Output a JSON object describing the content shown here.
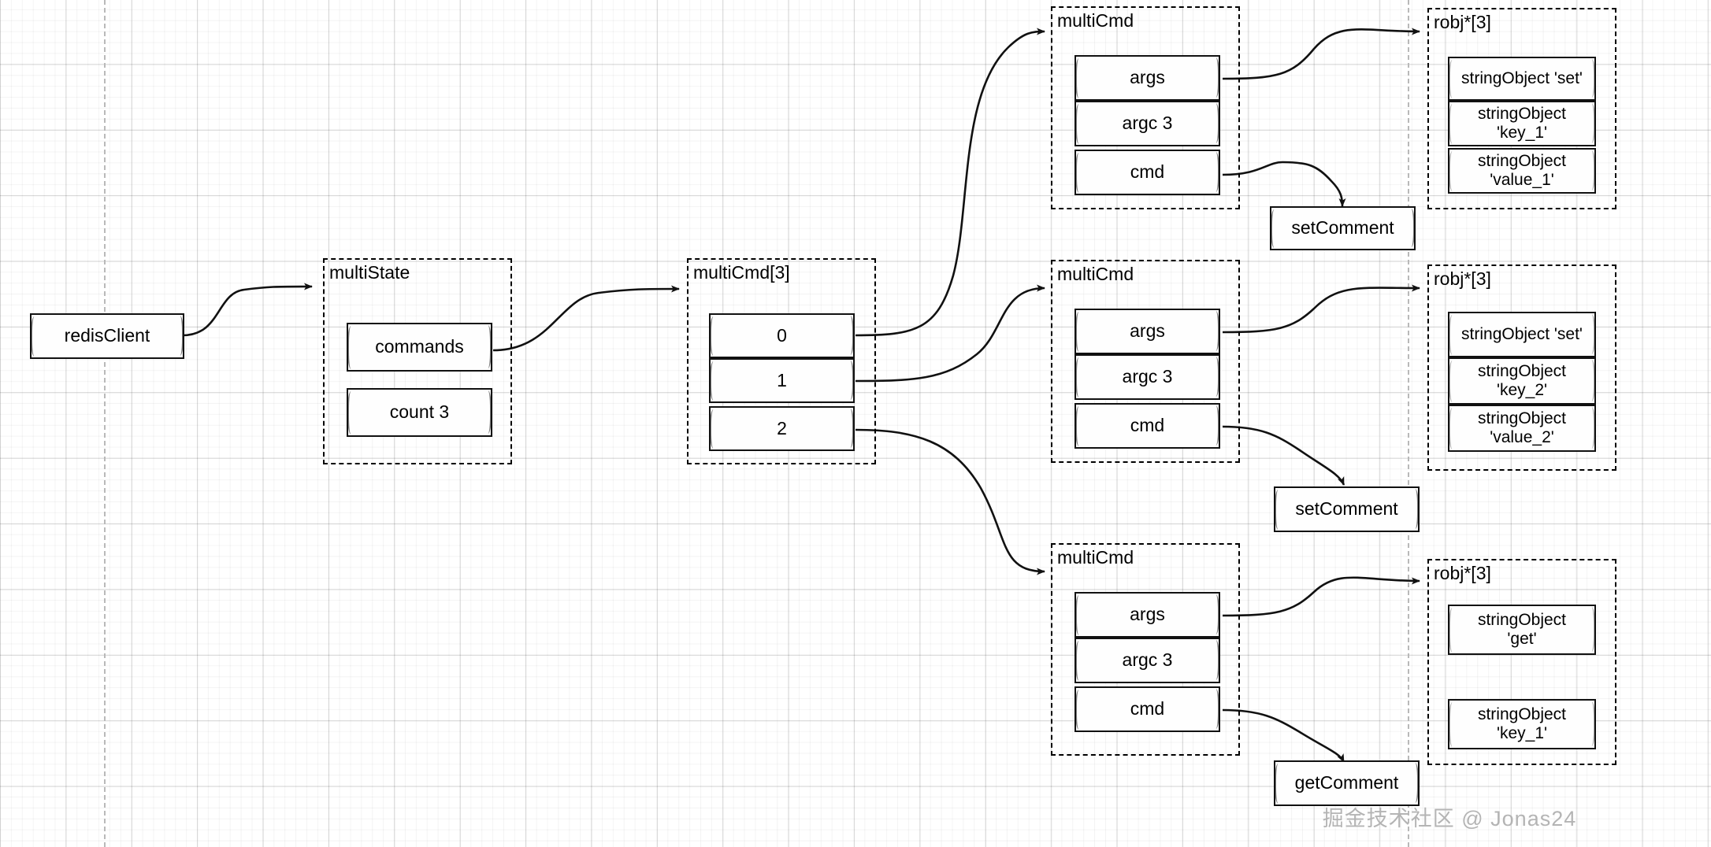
{
  "meta": {
    "watermark": "掘金技术社区 @ Jonas24",
    "ink_color": "#111111",
    "grid_color": "#d9d9d9",
    "pagebreak_color": "#b9b9b9",
    "background": "#ffffff"
  },
  "nodes": {
    "redis_client": {
      "label": "redisClient"
    },
    "multi_state": {
      "group_label": "multiState",
      "fields": [
        {
          "label": "commands"
        },
        {
          "label": "count 3"
        }
      ]
    },
    "multi_cmd_array": {
      "group_label": "multiCmd[3]",
      "fields": [
        {
          "label": "0"
        },
        {
          "label": "1"
        },
        {
          "label": "2"
        }
      ]
    },
    "multi_cmd_1": {
      "group_label": "multiCmd",
      "fields": [
        {
          "label": "args"
        },
        {
          "label": "argc 3"
        },
        {
          "label": "cmd"
        }
      ]
    },
    "multi_cmd_2": {
      "group_label": "multiCmd",
      "fields": [
        {
          "label": "args"
        },
        {
          "label": "argc 3"
        },
        {
          "label": "cmd"
        }
      ]
    },
    "multi_cmd_3": {
      "group_label": "multiCmd",
      "fields": [
        {
          "label": "args"
        },
        {
          "label": "argc 3"
        },
        {
          "label": "cmd"
        }
      ]
    },
    "robj_1": {
      "group_label": "robj*[3]",
      "fields": [
        {
          "label": "stringObject 'set'"
        },
        {
          "label": "stringObject\n'key_1'"
        },
        {
          "label": "stringObject\n'value_1'"
        }
      ]
    },
    "robj_2": {
      "group_label": "robj*[3]",
      "fields": [
        {
          "label": "stringObject 'set'"
        },
        {
          "label": "stringObject\n'key_2'"
        },
        {
          "label": "stringObject\n'value_2'"
        }
      ]
    },
    "robj_3": {
      "group_label": "robj*[3]",
      "fields": [
        {
          "label": "stringObject\n'get'"
        },
        {
          "label": "stringObject\n'key_1'"
        }
      ]
    },
    "set_comment_1": {
      "label": "setComment"
    },
    "set_comment_2": {
      "label": "setComment"
    },
    "get_comment_1": {
      "label": "getComment"
    }
  }
}
